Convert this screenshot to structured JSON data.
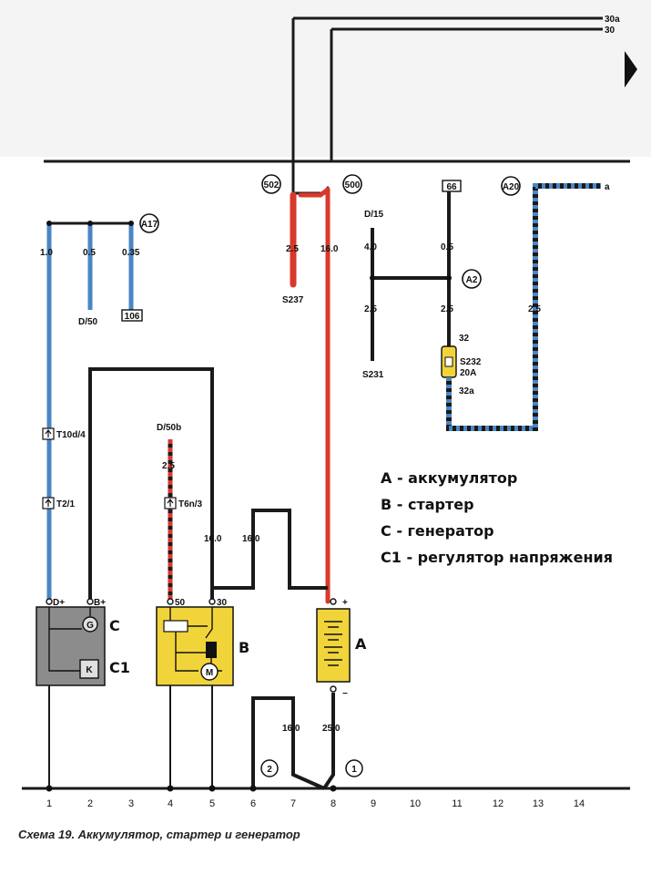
{
  "terminals": {
    "t30a": "30a",
    "t30": "30",
    "ta": "a"
  },
  "circles": {
    "c502": "502",
    "c500": "500",
    "cA17": "A17",
    "cA20": "A20",
    "cA2": "A2",
    "c1": "1",
    "c2": "2"
  },
  "boxes": {
    "b66": "66",
    "b106": "106"
  },
  "wires": {
    "w_10": "1.0",
    "w_05a": "0.5",
    "w_035": "0.35",
    "w_25a": "2.5",
    "w_160a": "16.0",
    "w_40": "4.0",
    "w_25b": "2.5",
    "w_05b": "0.5",
    "w_25c": "2.5",
    "w_25d": "2.5",
    "w_25e": "2.5",
    "w_160b": "16.0",
    "w_160c": "16.0",
    "w_160d": "16.0",
    "w_250": "25.0"
  },
  "labels": {
    "d50": "D/50",
    "d15": "D/15",
    "d50b": "D/50b",
    "s237": "S237",
    "s231": "S231",
    "s232": "S232",
    "s232_amp": "20A",
    "pin32": "32",
    "pin32a": "32a",
    "t10d": "T10d/4",
    "t21": "T2/1",
    "t6n": "T6n/3",
    "dplus": "D+",
    "bplus": "B+",
    "p50": "50",
    "p30": "30",
    "plus": "+",
    "minus": "−",
    "compC": "C",
    "compC1": "C1",
    "compB": "B",
    "compA": "A",
    "g": "G",
    "k": "K",
    "m": "M"
  },
  "legend": [
    "А - аккумулятор",
    "В - стартер",
    "С - генератор",
    "С1 - регулятор напряжения"
  ],
  "scale": [
    "1",
    "2",
    "3",
    "4",
    "5",
    "6",
    "7",
    "8",
    "9",
    "10",
    "11",
    "12",
    "13",
    "14"
  ],
  "caption": "Схема 19. Аккумулятор, стартер и генератор",
  "colors": {
    "black": "#1a1a1a",
    "red": "#d8392b",
    "blue": "#4a86c5",
    "yellow": "#f1d43a",
    "gray": "#8c8c8c"
  }
}
